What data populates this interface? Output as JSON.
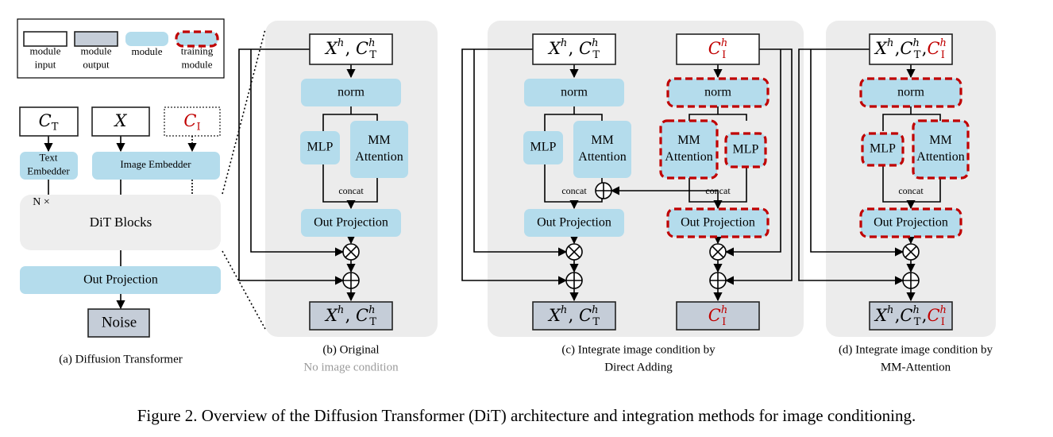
{
  "legend": {
    "module_input": "module\ninput",
    "module_output": "module\noutput",
    "module": "module",
    "training_module": "training\nmodule"
  },
  "panel_a": {
    "ct": "C",
    "ct_sub": "T",
    "x": "X",
    "ci": "C",
    "ci_sub": "I",
    "text_embedder": "Text\nEmbedder",
    "image_embedder": "Image Embedder",
    "n_times": "N ×",
    "dit_blocks": "DiT Blocks",
    "out_projection": "Out Projection",
    "noise": "Noise",
    "caption": "(a) Diffusion Transformer"
  },
  "blocks": {
    "norm": "norm",
    "mlp": "MLP",
    "mm_attention": "MM\nAttention",
    "concat": "concat",
    "out_projection": "Out Projection",
    "otimes": "⊗",
    "oplus": "⊕"
  },
  "panel_b": {
    "caption": "(b) Original",
    "subcaption": "No image condition"
  },
  "panel_c": {
    "caption": "(c) Integrate image condition by",
    "subcaption": "Direct Adding"
  },
  "panel_d": {
    "caption": "(d) Integrate image condition by",
    "subcaption": "MM-Attention"
  },
  "figure_caption": "Figure 2. Overview of the Diffusion Transformer (DiT) architecture and integration methods for image conditioning.",
  "colors": {
    "module_fill": "#b4dcec",
    "output_fill": "#c5cdd8",
    "panel_fill": "#ececec",
    "dit_fill": "#eeeeee",
    "red": "#c00000",
    "gray_text": "#9a9a9a"
  }
}
